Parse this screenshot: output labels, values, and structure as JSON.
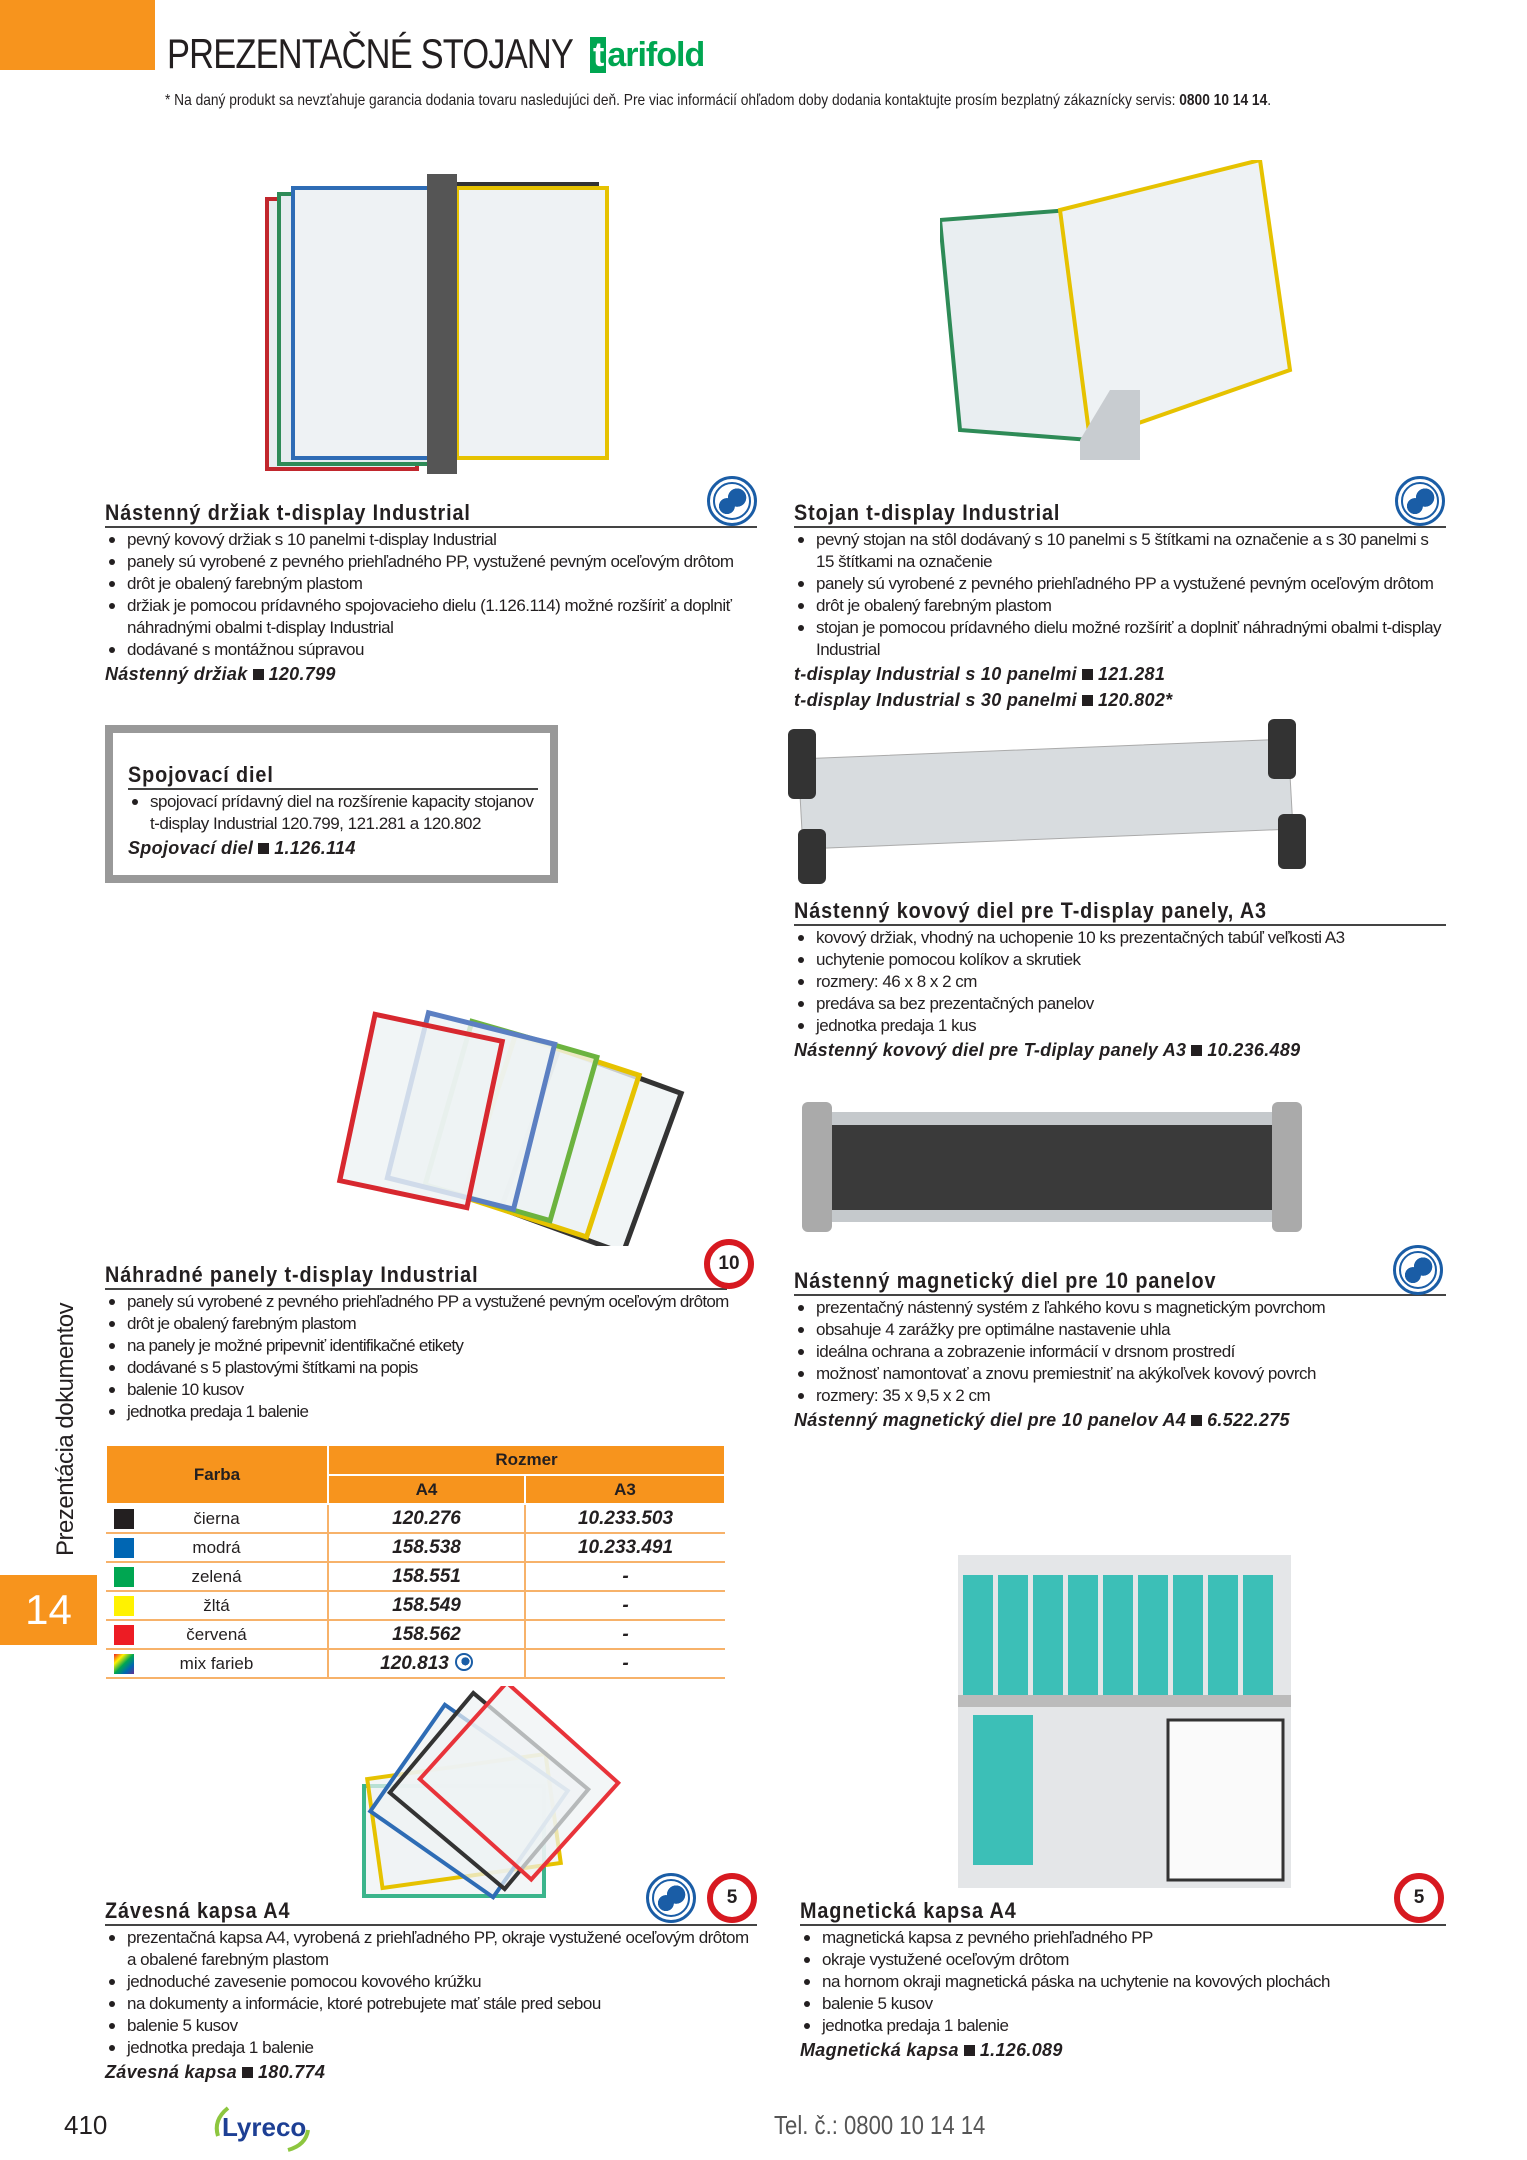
{
  "header": {
    "title": "PREZENTAČNÉ STOJANY",
    "brand": "tarifold",
    "note": "* Na daný produkt sa nevzťahuje garancia dodania tovaru nasledujúci deň. Pre viac informácií ohľadom doby dodania kontaktujte prosím bezplatný zákaznícky servis: ",
    "note_phone": "0800 10 14 14",
    "note_end": "."
  },
  "products": [
    {
      "id": "wall-holder",
      "title": "Nástenný držiak t-display Industrial",
      "icons": [
        "globe"
      ],
      "bullets": [
        "pevný kovový držiak s 10 panelmi t-display Industrial",
        "panely sú vyrobené z pevného priehľadného PP, vystužené pevným oceľovým drôtom",
        "drôt je obalený farebným plastom",
        "držiak je pomocou prídavného spojovacieho dielu (1.126.114) možné rozšíriť a doplniť náhradnými obalmi t-display Industrial",
        "dodávané s montážnou súpravou"
      ],
      "orders": [
        {
          "name": "Nástenný držiak",
          "code": "120.799"
        }
      ]
    },
    {
      "id": "desk-stand",
      "title": "Stojan t-display Industrial",
      "icons": [
        "globe"
      ],
      "bullets": [
        "pevný stojan na stôl dodávaný s 10 panelmi s 5 štítkami na označenie a s 30 panelmi s 15 štítkami na označenie",
        "panely sú vyrobené z pevného priehľadného PP a vystužené pevným oceľovým drôtom",
        "drôt je obalený farebným plastom",
        "stojan je pomocou prídavného dielu možné rozšíriť a doplniť náhradnými obalmi t-display Industrial"
      ],
      "orders": [
        {
          "name": "t-display Industrial s 10 panelmi",
          "code": "121.281"
        },
        {
          "name": "t-display Industrial s 30 panelmi",
          "code": "120.802*"
        }
      ]
    },
    {
      "id": "connector",
      "title": "Spojovací diel",
      "icons": [],
      "bullets": [
        "spojovací prídavný diel na rozšírenie kapacity stojanov t-display Industrial 120.799, 121.281 a 120.802"
      ],
      "orders": [
        {
          "name": "Spojovací diel",
          "code": "1.126.114"
        }
      ]
    },
    {
      "id": "metal-a3",
      "title": "Nástenný kovový diel pre T-display panely, A3",
      "icons": [],
      "bullets": [
        "kovový držiak, vhodný na uchopenie 10 ks prezentačných tabúľ veľkosti A3",
        "uchytenie pomocou kolíkov a skrutiek",
        "rozmery: 46 x 8 x 2 cm",
        "predáva sa bez prezentačných panelov",
        "jednotka predaja 1 kus"
      ],
      "orders": [
        {
          "name": "Nástenný kovový diel pre T-diplay panely A3",
          "code": "10.236.489"
        }
      ]
    },
    {
      "id": "spare-panels",
      "title": "Náhradné panely t-display Industrial",
      "icons": [
        "10"
      ],
      "bullets": [
        "panely sú vyrobené z pevného priehľadného PP a vystužené pevným oceľovým drôtom",
        "drôt je obalený farebným plastom",
        "na panely je možné pripevniť identifikačné etikety",
        "dodávané s 5 plastovými štítkami na popis",
        "balenie 10 kusov",
        "jednotka predaja 1 balenie"
      ],
      "orders": []
    },
    {
      "id": "magnetic-wall",
      "title": "Nástenný magnetický diel pre 10 panelov",
      "icons": [
        "globe"
      ],
      "bullets": [
        "prezentačný nástenný systém z ľahkého kovu s magnetickým povrchom",
        "obsahuje 4 zarážky pre optimálne nastavenie uhla",
        "ideálna ochrana a zobrazenie informácií v drsnom prostredí",
        "možnosť namontovať a znovu premiestniť na akýkoľvek kovový povrch",
        "rozmery: 35 x 9,5 x 2 cm"
      ],
      "orders": [
        {
          "name": "Nástenný magnetický diel pre 10 panelov A4",
          "code": "6.522.275"
        }
      ]
    },
    {
      "id": "hanging-pocket",
      "title": "Závesná kapsa A4",
      "icons": [
        "globe",
        "5"
      ],
      "bullets": [
        "prezentačná kapsa A4, vyrobená z priehľadného PP, okraje vystužené oceľovým drôtom a obalené farebným plastom",
        "jednoduché zavesenie pomocou kovového krúžku",
        "na dokumenty a informácie, ktoré potrebujete mať stále pred sebou",
        "balenie 5 kusov",
        "jednotka predaja 1 balenie"
      ],
      "orders": [
        {
          "name": "Závesná kapsa",
          "code": "180.774"
        }
      ]
    },
    {
      "id": "magnetic-pocket",
      "title": "Magnetická kapsa A4",
      "icons": [
        "5"
      ],
      "bullets": [
        "magnetická kapsa z pevného priehľadného PP",
        "okraje vystužené oceľovým drôtom",
        "na hornom okraji magnetická páska na uchytenie na kovových plochách",
        "balenie 5 kusov",
        "jednotka predaja 1 balenie"
      ],
      "orders": [
        {
          "name": "Magnetická kapsa",
          "code": "1.126.089"
        }
      ]
    }
  ],
  "table": {
    "col_color": "Farba",
    "col_size": "Rozmer",
    "col_a4": "A4",
    "col_a3": "A3",
    "rows": [
      {
        "color": "čierna",
        "swatch": "#231f20",
        "a4": "120.276",
        "a3": "10.233.503"
      },
      {
        "color": "modrá",
        "swatch": "#0066b3",
        "a4": "158.538",
        "a3": "10.233.491"
      },
      {
        "color": "zelená",
        "swatch": "#00a651",
        "a4": "158.551",
        "a3": "-"
      },
      {
        "color": "žltá",
        "swatch": "#fff200",
        "a4": "158.549",
        "a3": "-"
      },
      {
        "color": "červená",
        "swatch": "#ed1c24",
        "a4": "158.562",
        "a3": "-"
      },
      {
        "color": "mix farieb",
        "swatch": "mix",
        "a4": "120.813",
        "a3": "-",
        "a4_icon": "globe"
      }
    ]
  },
  "side": {
    "label": "Prezentácia dokumentov",
    "chapter": "14"
  },
  "footer": {
    "page": "410",
    "logo": "Lyreco",
    "phone": "Tel. č.: 0800 10 14 14"
  },
  "colors": {
    "accent": "#f7941d",
    "brand": "#00a651",
    "globe": "#1a5da6",
    "badge": "#d71920"
  }
}
